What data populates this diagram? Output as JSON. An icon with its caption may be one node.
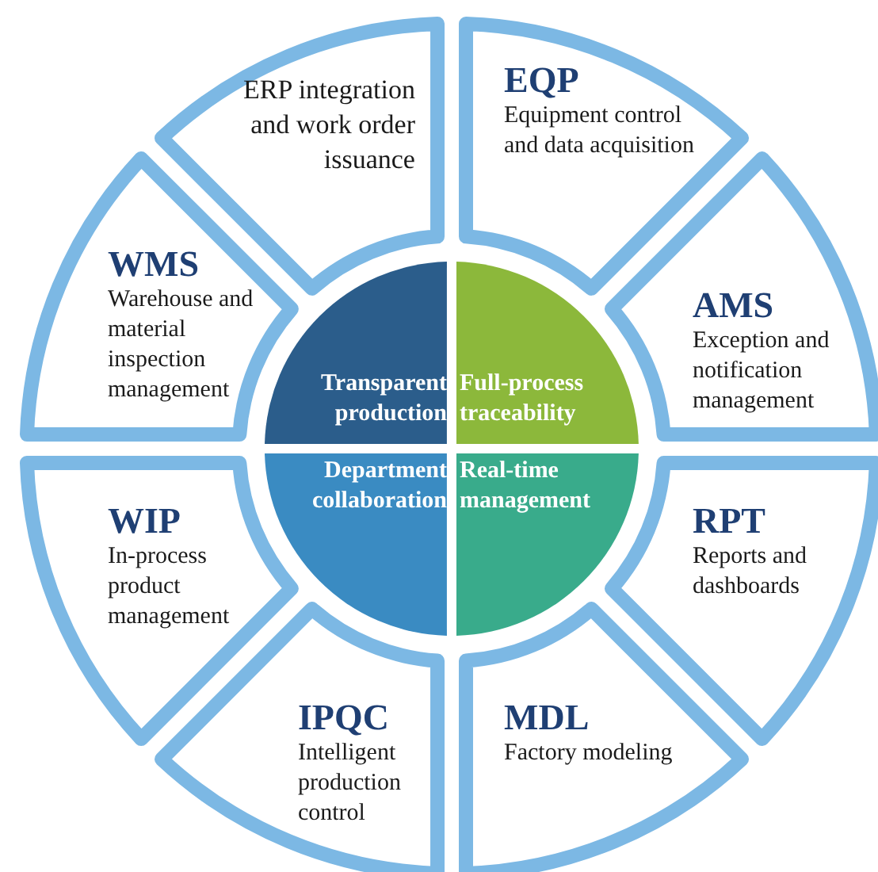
{
  "diagram": {
    "nodes": [
      {
        "text": [
          "ERP integration and work order issuance"
        ]
      },
      {
        "text": [
          "EQP",
          "Equipment control and data acquisition"
        ]
      },
      {
        "text": [
          "AMS",
          "Exception and notification management"
        ]
      },
      {
        "text": [
          "RPT",
          "Reports and dashboards"
        ]
      },
      {
        "text": [
          "MDL",
          "Factory modeling"
        ]
      },
      {
        "text": [
          "IPQC",
          "Intelligent production control"
        ]
      },
      {
        "text": [
          "WIP",
          "In-process product management"
        ]
      },
      {
        "text": [
          "WMS",
          "Warehouse and material inspection management"
        ]
      },
      {
        "text": [
          "Transparent production"
        ]
      },
      {
        "text": [
          "Full-process traceability"
        ]
      },
      {
        "text": [
          "Department collaboration"
        ]
      },
      {
        "text": [
          "Real-time management"
        ]
      }
    ]
  }
}
